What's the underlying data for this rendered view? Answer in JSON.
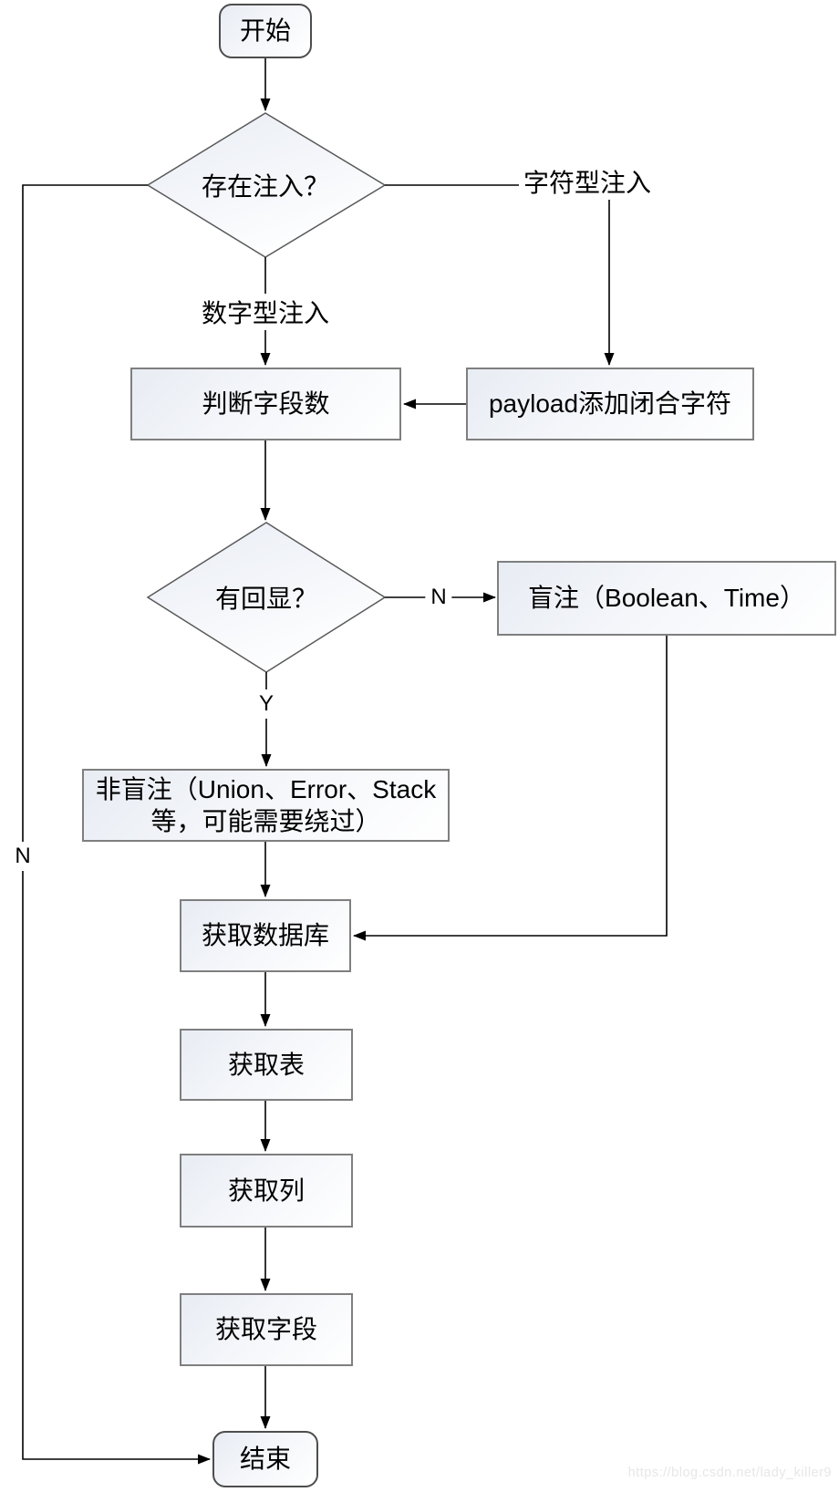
{
  "nodes": {
    "start": {
      "label": "开始",
      "shape": "terminator"
    },
    "check_injection": {
      "label": "存在注入？",
      "shape": "decision"
    },
    "payload_close": {
      "label": "payload添加闭合字符",
      "shape": "process"
    },
    "count_fields": {
      "label": "判断字段数",
      "shape": "process"
    },
    "check_echo": {
      "label": "有回显？",
      "shape": "decision"
    },
    "blind_injection": {
      "label": "盲注（Boolean、Time）",
      "shape": "process"
    },
    "non_blind_injection": {
      "label": "非盲注（Union、Error、Stack\n等，可能需要绕过）",
      "shape": "process"
    },
    "get_database": {
      "label": "获取数据库",
      "shape": "process"
    },
    "get_tables": {
      "label": "获取表",
      "shape": "process"
    },
    "get_columns": {
      "label": "获取列",
      "shape": "process"
    },
    "get_fields": {
      "label": "获取字段",
      "shape": "process"
    },
    "end": {
      "label": "结束",
      "shape": "terminator"
    }
  },
  "edge_labels": {
    "char_type": "字符型注入",
    "num_type": "数字型注入",
    "exists_no": "N",
    "echo_no": "N",
    "echo_yes": "Y"
  },
  "edges": [
    {
      "from": "start",
      "to": "check_injection",
      "label": ""
    },
    {
      "from": "check_injection",
      "to": "payload_close",
      "label": "字符型注入"
    },
    {
      "from": "check_injection",
      "to": "count_fields",
      "label": "数字型注入"
    },
    {
      "from": "check_injection",
      "to": "end",
      "label": "N"
    },
    {
      "from": "payload_close",
      "to": "count_fields",
      "label": ""
    },
    {
      "from": "count_fields",
      "to": "check_echo",
      "label": ""
    },
    {
      "from": "check_echo",
      "to": "blind_injection",
      "label": "N"
    },
    {
      "from": "check_echo",
      "to": "non_blind_injection",
      "label": "Y"
    },
    {
      "from": "blind_injection",
      "to": "get_database",
      "label": ""
    },
    {
      "from": "non_blind_injection",
      "to": "get_database",
      "label": ""
    },
    {
      "from": "get_database",
      "to": "get_tables",
      "label": ""
    },
    {
      "from": "get_tables",
      "to": "get_columns",
      "label": ""
    },
    {
      "from": "get_columns",
      "to": "get_fields",
      "label": ""
    },
    {
      "from": "get_fields",
      "to": "end",
      "label": ""
    }
  ],
  "watermark": "https://blog.csdn.net/lady_killer9",
  "colors": {
    "line": "#000000",
    "process_border": "#7f7f7f",
    "terminator_border": "#4d4d4d",
    "decision_border": "#595959",
    "node_fill_top": "#e8ecf3",
    "node_fill_bottom": "#ffffff",
    "watermark_text": "#e7e7e7"
  }
}
